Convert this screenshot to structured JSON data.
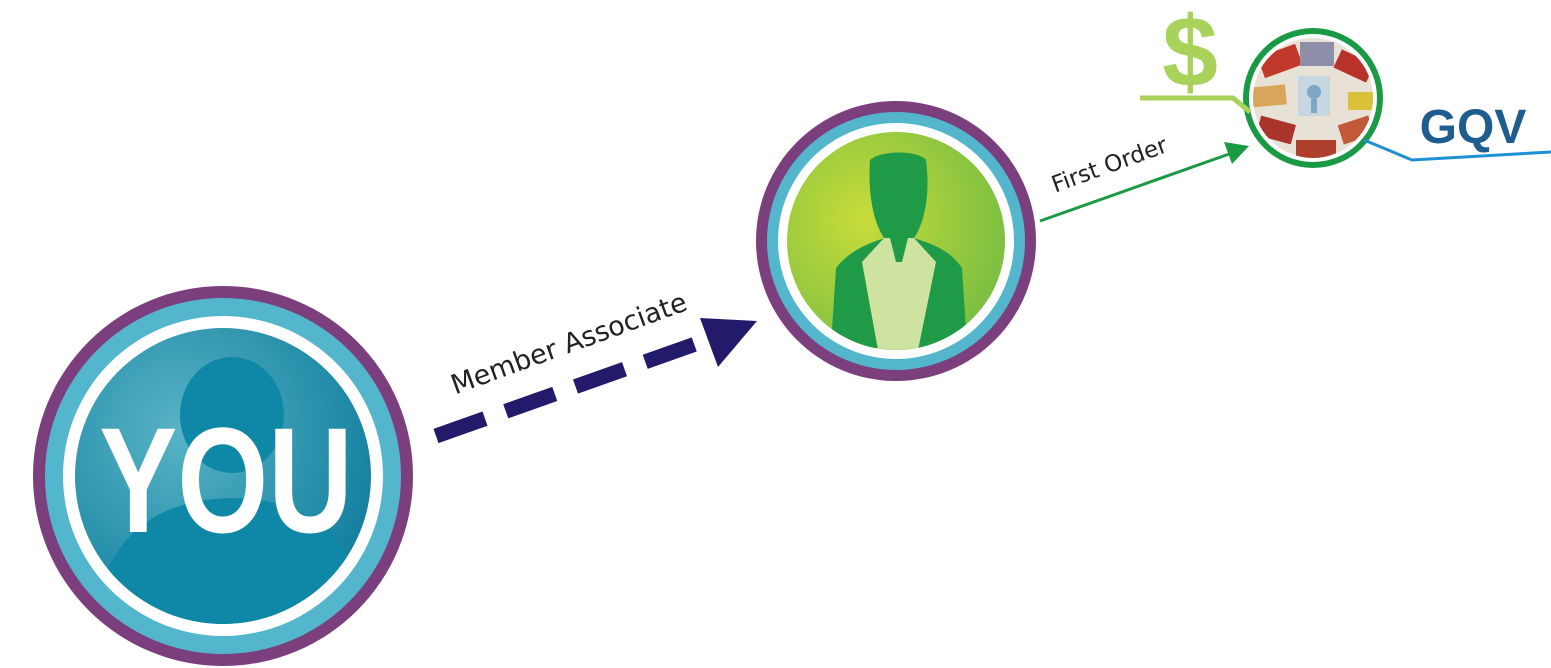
{
  "nodes": {
    "you": {
      "label": "YOU"
    },
    "member": {
      "label": ""
    },
    "products": {
      "label": ""
    }
  },
  "edges": {
    "member_associate": {
      "label": "Member Associate"
    },
    "first_order": {
      "label": "First Order"
    }
  },
  "annotations": {
    "dollar": "$",
    "gqv": "GQV"
  },
  "colors": {
    "ring_purple": "#7b3f7e",
    "ring_teal": "#54b6cc",
    "you_fill": "#1e8aa6",
    "member_fill": "#8cc63f",
    "member_silhouette": "#1f9b48",
    "dashed_arrow": "#241a6b",
    "green_arrow": "#1a9a45",
    "dollar": "#a8d25a",
    "gqv": "#1f5d8f",
    "gqv_line": "#1c92d2"
  }
}
